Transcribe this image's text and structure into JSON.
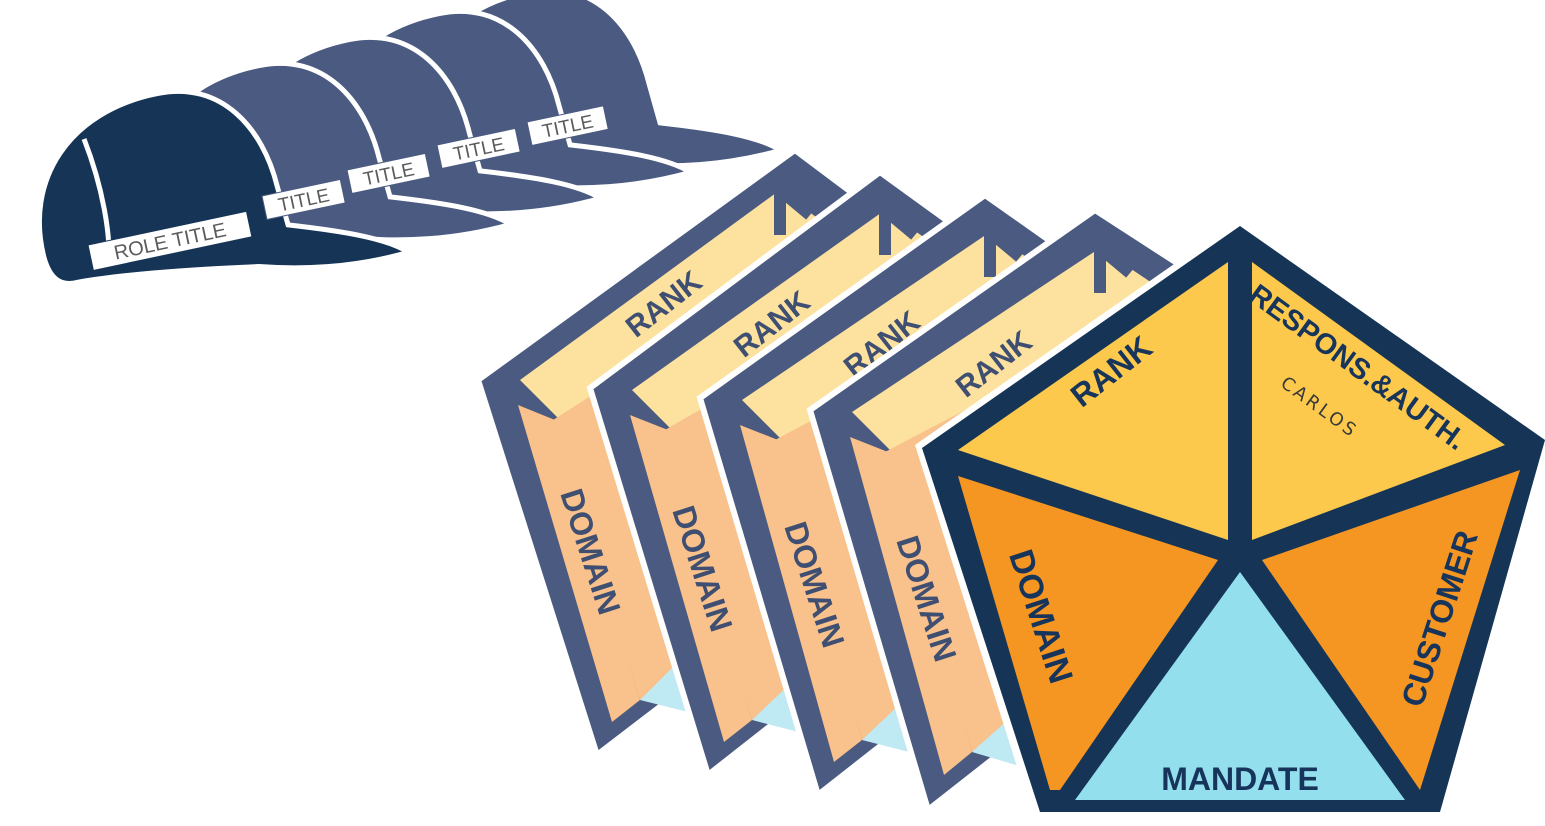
{
  "caps": {
    "front_label": "ROLE TITLE",
    "back_labels": [
      "TITLE",
      "TITLE",
      "TITLE",
      "TITLE"
    ]
  },
  "back_pentagons": [
    {
      "rank": "RANK",
      "domain": "DOMAIN"
    },
    {
      "rank": "RANK",
      "domain": "DOMAIN"
    },
    {
      "rank": "RANK",
      "domain": "DOMAIN"
    },
    {
      "rank": "RANK",
      "domain": "DOMAIN"
    }
  ],
  "front_pentagon": {
    "rank": "RANK",
    "respons": "RESPONS.&AUTH.",
    "respons_sub": "CARLOS",
    "domain": "DOMAIN",
    "customer": "CUSTOMER",
    "mandate": "MANDATE"
  },
  "colors": {
    "cap_front": "#163556",
    "cap_back": "#4a5a80",
    "pent_back_border": "#4a5a80",
    "pent_front_border": "#163556",
    "rank_light": "#fde19e",
    "domain_light": "#f9c18b",
    "mandate_light": "#bfe9f3",
    "rank_front": "#fdc94c",
    "orange_front": "#f59623",
    "mandate_front": "#93dfee"
  }
}
